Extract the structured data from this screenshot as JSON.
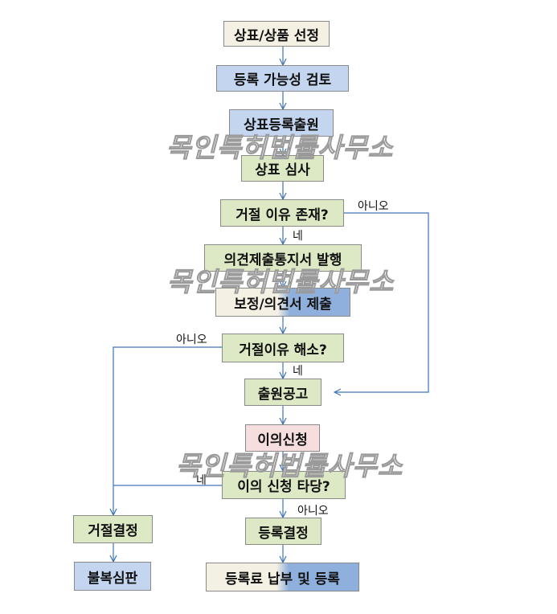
{
  "colors": {
    "green": "#dde8c4",
    "blue": "#c3d5ef",
    "pink": "#f7dede",
    "cream": "#f4f1e4",
    "blue_dark": "#8fb0dc",
    "arrow": "#3d73b8"
  },
  "nodes": {
    "trademark_selection": "상표/상품 선정",
    "registrability_review": "등록 가능성 검토",
    "trademark_application": "상표등록출원",
    "trademark_examination": "상표 심사",
    "refusal_reason_exists": "거절 이유 존재?",
    "opinion_notice": "의견제출통지서 발행",
    "amendment_submission": "보정/의견서 제출",
    "refusal_resolved": "거절이유 해소?",
    "publication": "출원공고",
    "opposition": "이의신청",
    "opposition_valid": "이의 신청 타당?",
    "registration_decision": "등록결정",
    "refusal_decision": "거절결정",
    "appeal": "불복심판",
    "fee_registration": "등록료 납부 및 등록"
  },
  "labels": {
    "no_1": "아니오",
    "yes_1": "네",
    "no_2": "아니오",
    "yes_2": "네",
    "yes_3": "네",
    "no_3": "아니오"
  },
  "watermark": "목인특허법률사무소"
}
